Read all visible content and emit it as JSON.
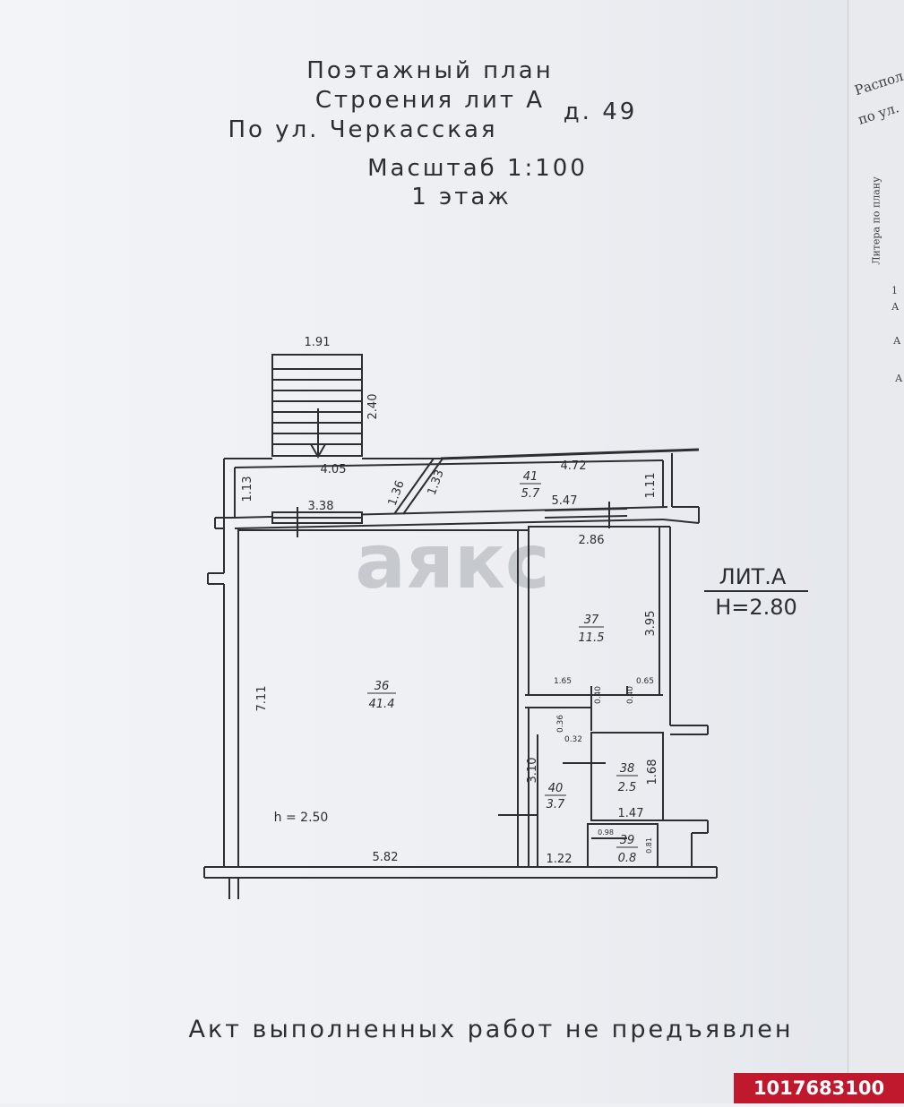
{
  "header": {
    "line1": "Поэтажный план",
    "line2": "Строения лит А",
    "line3_street": "По ул. Черкасская",
    "line3_house": "д. 49",
    "scale": "Масштаб 1:100",
    "floor": "1 этаж"
  },
  "building": {
    "lit_label": "ЛИТ.А",
    "height_label": "H=2.80"
  },
  "dimensions": {
    "stair_width": "1.91",
    "stair_length": "2.40",
    "corridor_left": "4.05",
    "corridor_right": "4.72",
    "corridor_height_left": "1.13",
    "corridor_height_right": "1.11",
    "diag_a": "1.36",
    "diag_b": "1.33",
    "wall_a": "3.38",
    "wall_b": "5.47",
    "room37_width": "2.86",
    "room37_height": "3.95",
    "room36_height": "7.11",
    "room36_width": "5.82",
    "d165": "1.65",
    "d065": "0.65",
    "d036": "0.36",
    "d032": "0.32",
    "d040a": "0.40",
    "d040b": "0.40",
    "room40_height": "3.10",
    "room38_height": "1.68",
    "room38_width": "1.47",
    "room40_width": "1.22",
    "d098": "0.98",
    "d081": "0.81",
    "ceiling": "h = 2.50"
  },
  "rooms": [
    {
      "number": "41",
      "area": "5.7"
    },
    {
      "number": "36",
      "area": "41.4"
    },
    {
      "number": "37",
      "area": "11.5"
    },
    {
      "number": "38",
      "area": "2.5"
    },
    {
      "number": "40",
      "area": "3.7"
    },
    {
      "number": "39",
      "area": "0.8"
    }
  ],
  "watermark": "аякс",
  "footer": "Акт выполненных работ не предъявлен",
  "listing_id": "1017683100",
  "side_page": {
    "line1": "Распол",
    "line2": "по ул.",
    "column_header": "Литера по плану",
    "cells": [
      "1",
      "А",
      "А",
      "А"
    ]
  }
}
